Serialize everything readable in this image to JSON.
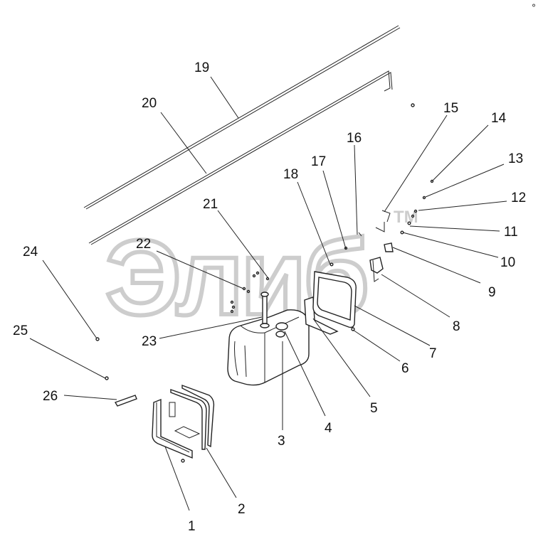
{
  "watermark": {
    "text": "Элиб",
    "trademark": "TM"
  },
  "callouts": [
    {
      "label": "1"
    },
    {
      "label": "2"
    },
    {
      "label": "3"
    },
    {
      "label": "4"
    },
    {
      "label": "5"
    },
    {
      "label": "6"
    },
    {
      "label": "7"
    },
    {
      "label": "8"
    },
    {
      "label": "9"
    },
    {
      "label": "10"
    },
    {
      "label": "11"
    },
    {
      "label": "12"
    },
    {
      "label": "13"
    },
    {
      "label": "14"
    },
    {
      "label": "15"
    },
    {
      "label": "16"
    },
    {
      "label": "17"
    },
    {
      "label": "18"
    },
    {
      "label": "19"
    },
    {
      "label": "20"
    },
    {
      "label": "21"
    },
    {
      "label": "22"
    },
    {
      "label": "23"
    },
    {
      "label": "24"
    },
    {
      "label": "25"
    },
    {
      "label": "26"
    }
  ]
}
